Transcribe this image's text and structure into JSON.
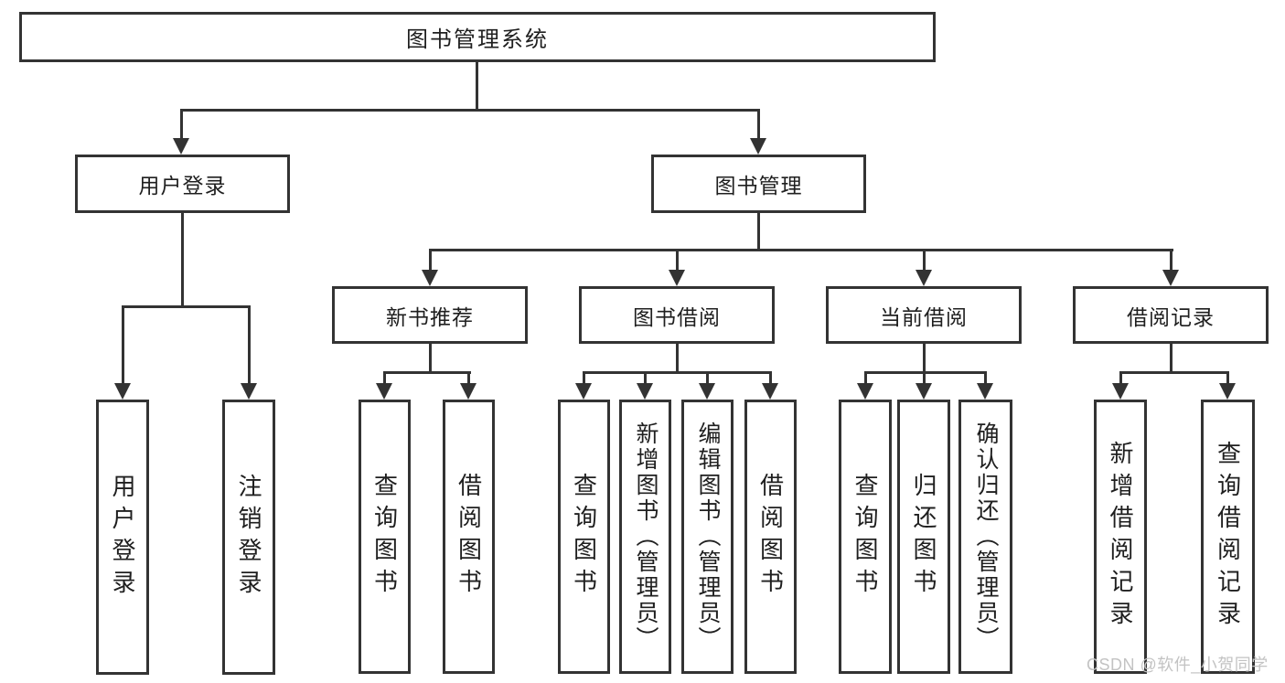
{
  "nodes": {
    "root": "图书管理系统",
    "user_login": "用户登录",
    "book_mgmt": "图书管理",
    "new_books": "新书推荐",
    "book_borrow": "图书借阅",
    "current_borrow": "当前借阅",
    "borrow_records": "借阅记录"
  },
  "leaves": {
    "user_login": [
      "用户登录",
      "注销登录"
    ],
    "new_books": [
      "查询图书",
      "借阅图书"
    ],
    "book_borrow": [
      "查询图书",
      "新增图书（管理员）",
      "编辑图书（管理员）",
      "借阅图书"
    ],
    "current_borrow": [
      "查询图书",
      "归还图书",
      "确认归还（管理员）"
    ],
    "borrow_records": [
      "新增借阅记录",
      "查询借阅记录"
    ]
  },
  "watermark": "CSDN @软件_小贺同学",
  "colors": {
    "line": "#333333",
    "text": "#1f1f1f",
    "watermark": "#c3c3c3",
    "background": "#ffffff"
  }
}
